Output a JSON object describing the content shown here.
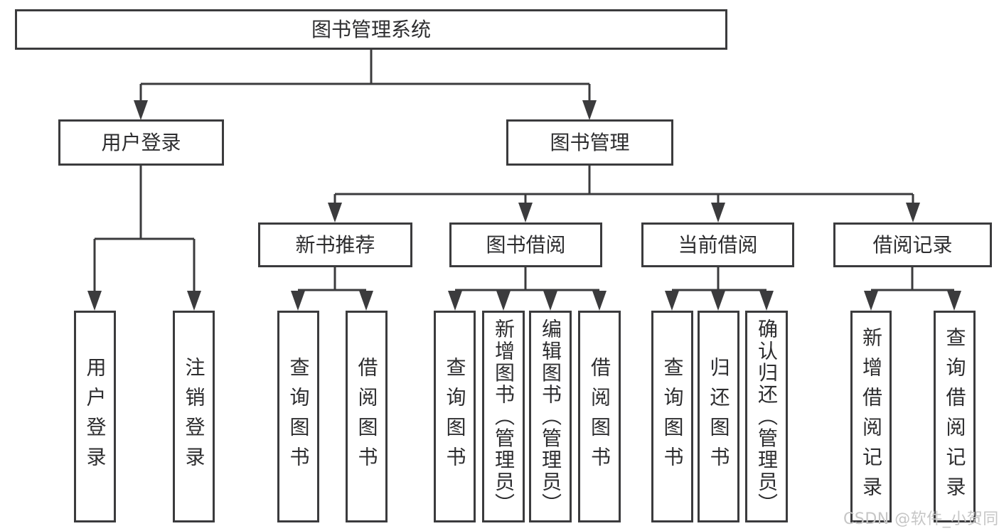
{
  "colors": {
    "line": "#3b3b3d",
    "text": "#2d2d2f",
    "box-bg": "#ffffff",
    "watermark": "#c6c6c6",
    "background": "#ffffff"
  },
  "diagram": {
    "root": {
      "label": "图书管理系统"
    },
    "branches": [
      {
        "label": "用户登录",
        "children": [
          {
            "label": "用户登录"
          },
          {
            "label": "注销登录"
          }
        ]
      },
      {
        "label": "图书管理",
        "children": [
          {
            "label": "新书推荐",
            "children": [
              {
                "label": "查询图书"
              },
              {
                "label": "借阅图书"
              }
            ]
          },
          {
            "label": "图书借阅",
            "children": [
              {
                "label": "查询图书"
              },
              {
                "label": "新增图书（管理员）"
              },
              {
                "label": "编辑图书（管理员）"
              },
              {
                "label": "借阅图书"
              }
            ]
          },
          {
            "label": "当前借阅",
            "children": [
              {
                "label": "查询图书"
              },
              {
                "label": "归还图书"
              },
              {
                "label": "确认归还（管理员）"
              }
            ]
          },
          {
            "label": "借阅记录",
            "children": [
              {
                "label": "新增借阅记录"
              },
              {
                "label": "查询借阅记录"
              }
            ]
          }
        ]
      }
    ],
    "watermark": "CSDN @软件_小贺同学"
  }
}
